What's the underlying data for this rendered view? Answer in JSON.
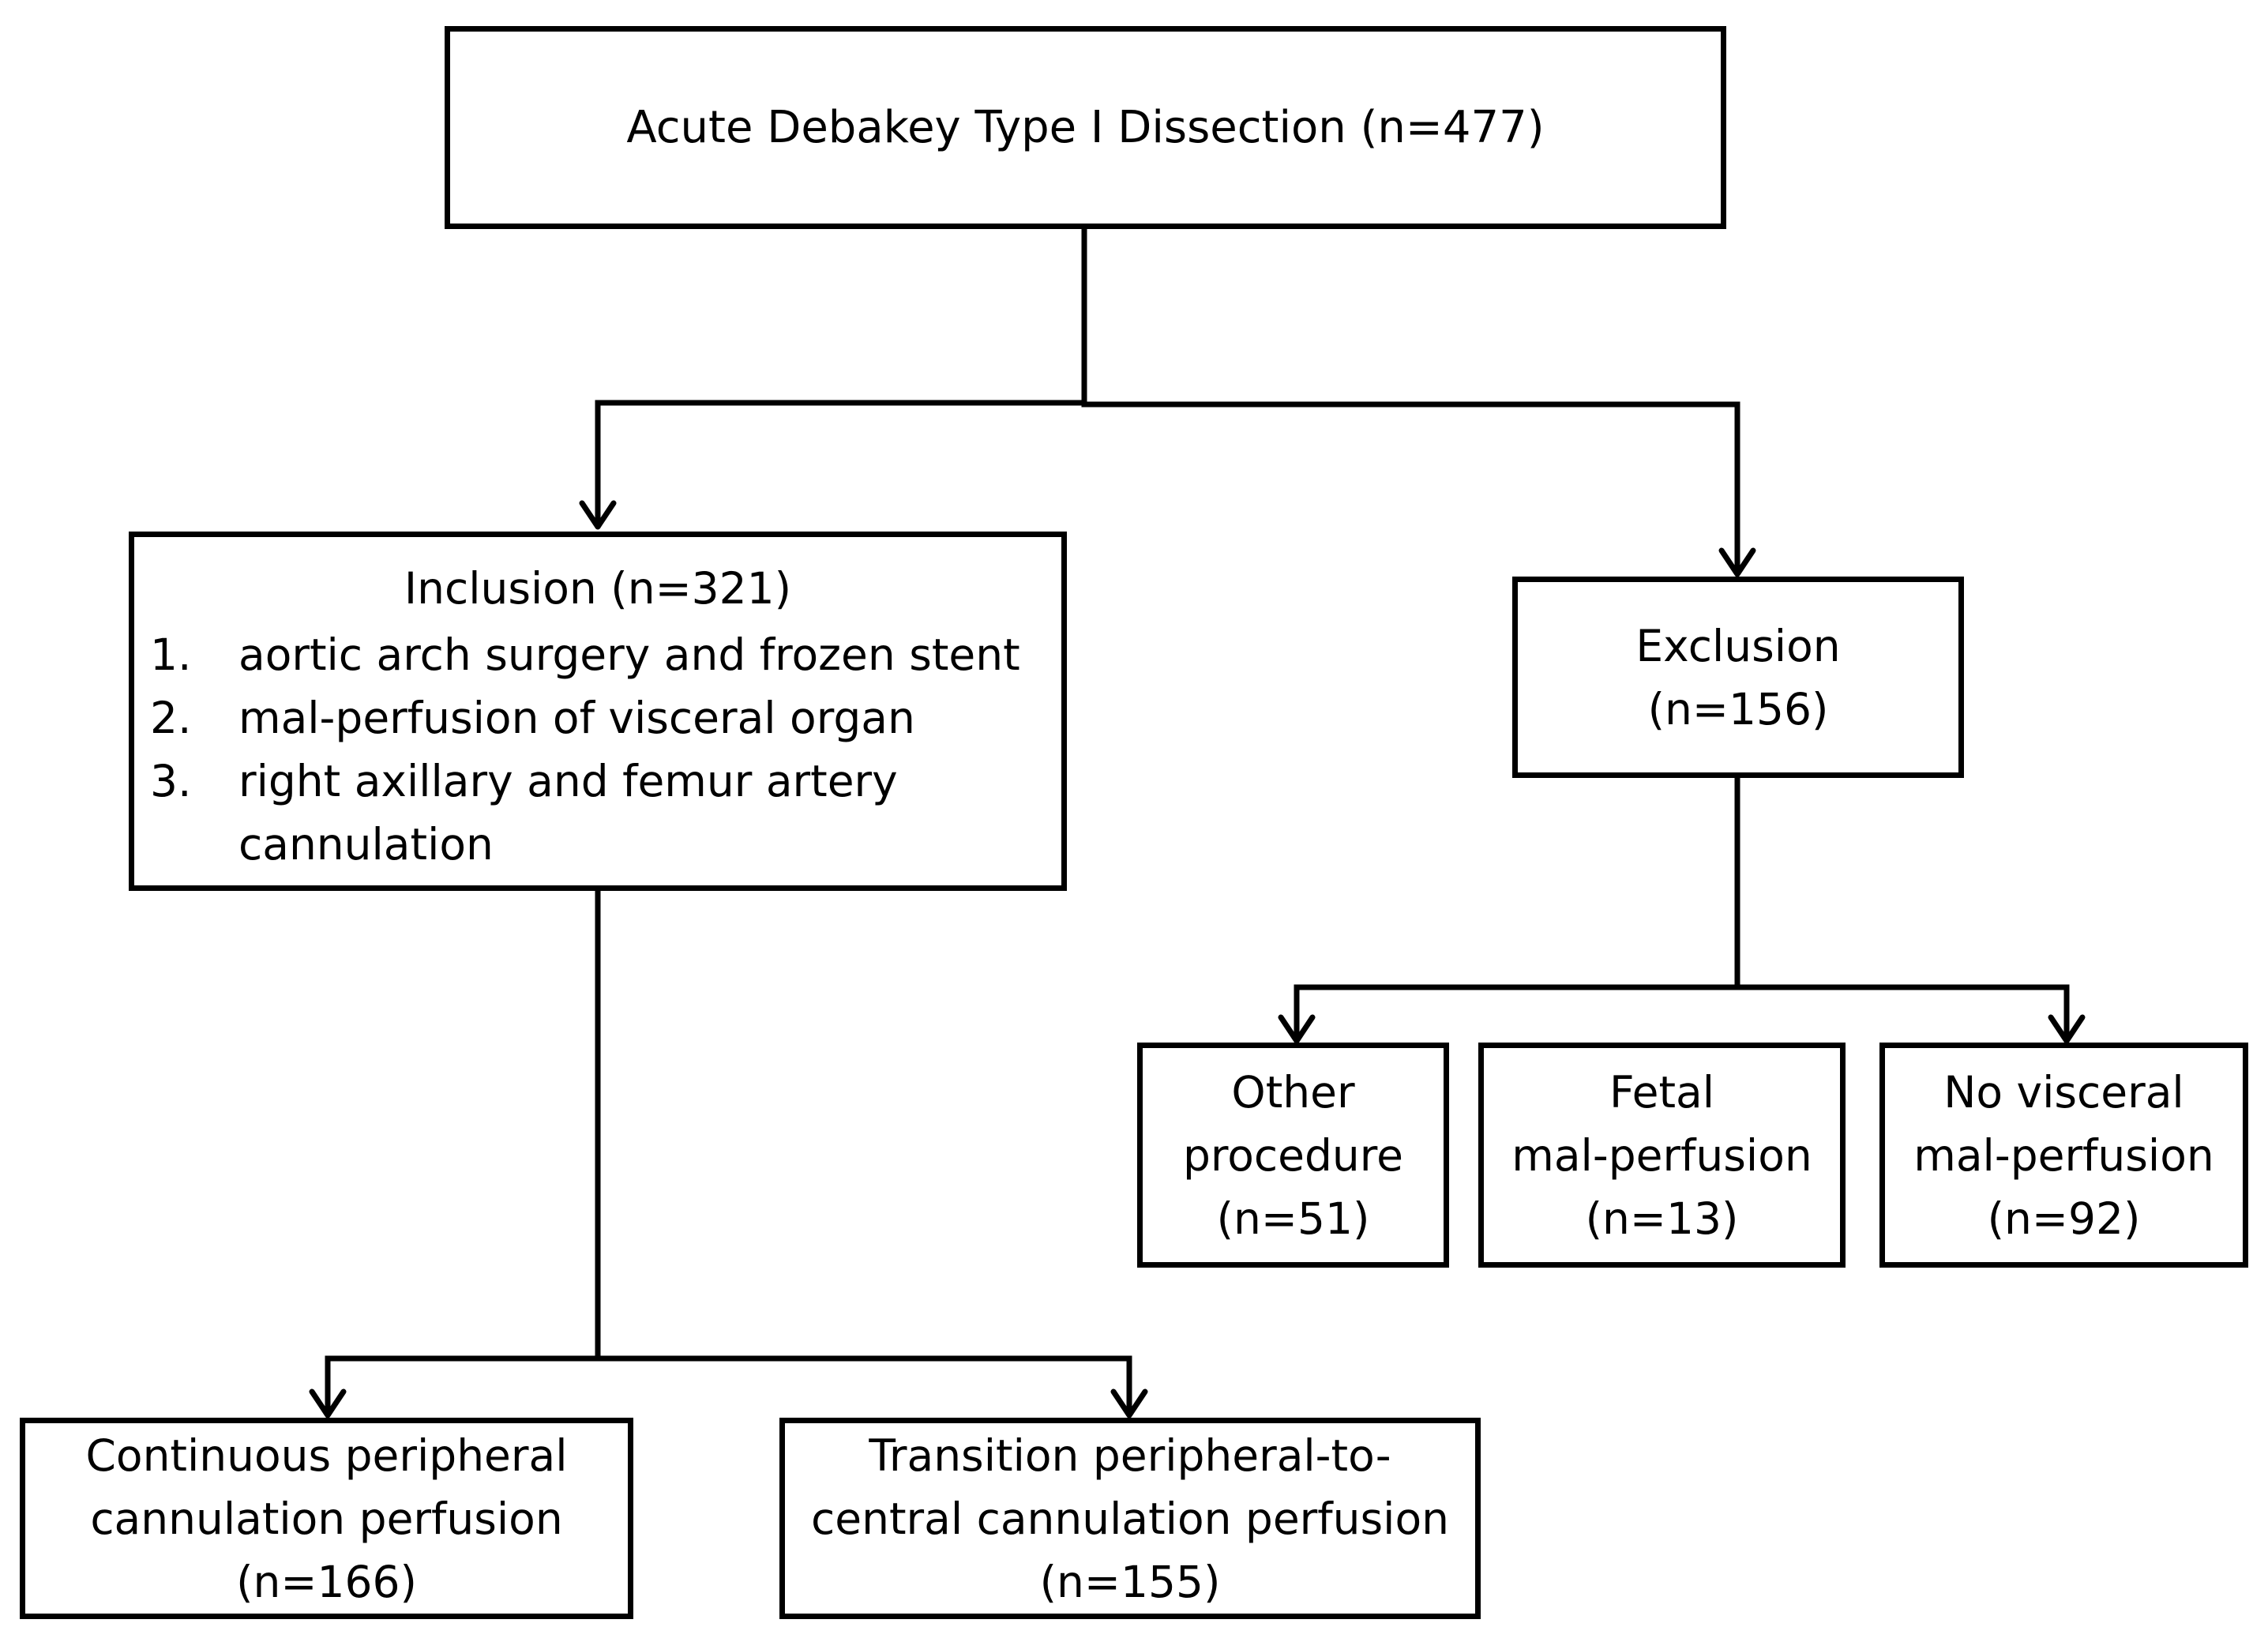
{
  "root": {
    "label": "Acute Debakey Type I Dissection (n=477)"
  },
  "inclusion": {
    "title": "Inclusion (n=321)",
    "criteria": [
      {
        "num": "1.",
        "lines": [
          "aortic arch surgery and frozen stent"
        ]
      },
      {
        "num": "2.",
        "lines": [
          "mal-perfusion of visceral organ"
        ]
      },
      {
        "num": "3.",
        "lines": [
          "right axillary and femur artery",
          "cannulation"
        ]
      }
    ]
  },
  "exclusion": {
    "lines": [
      "Exclusion",
      "(n=156)"
    ]
  },
  "exclusion_groups": [
    {
      "lines": [
        "Other",
        "procedure",
        "(n=51)"
      ]
    },
    {
      "lines": [
        "Fetal",
        "mal-perfusion",
        "(n=13)"
      ]
    },
    {
      "lines": [
        "No visceral",
        "mal-perfusion",
        "(n=92)"
      ]
    }
  ],
  "inclusion_groups": [
    {
      "lines": [
        "Continuous peripheral",
        "cannulation perfusion",
        "(n=166)"
      ]
    },
    {
      "lines": [
        "Transition peripheral-to-",
        "central cannulation perfusion",
        "(n=155)"
      ]
    }
  ]
}
